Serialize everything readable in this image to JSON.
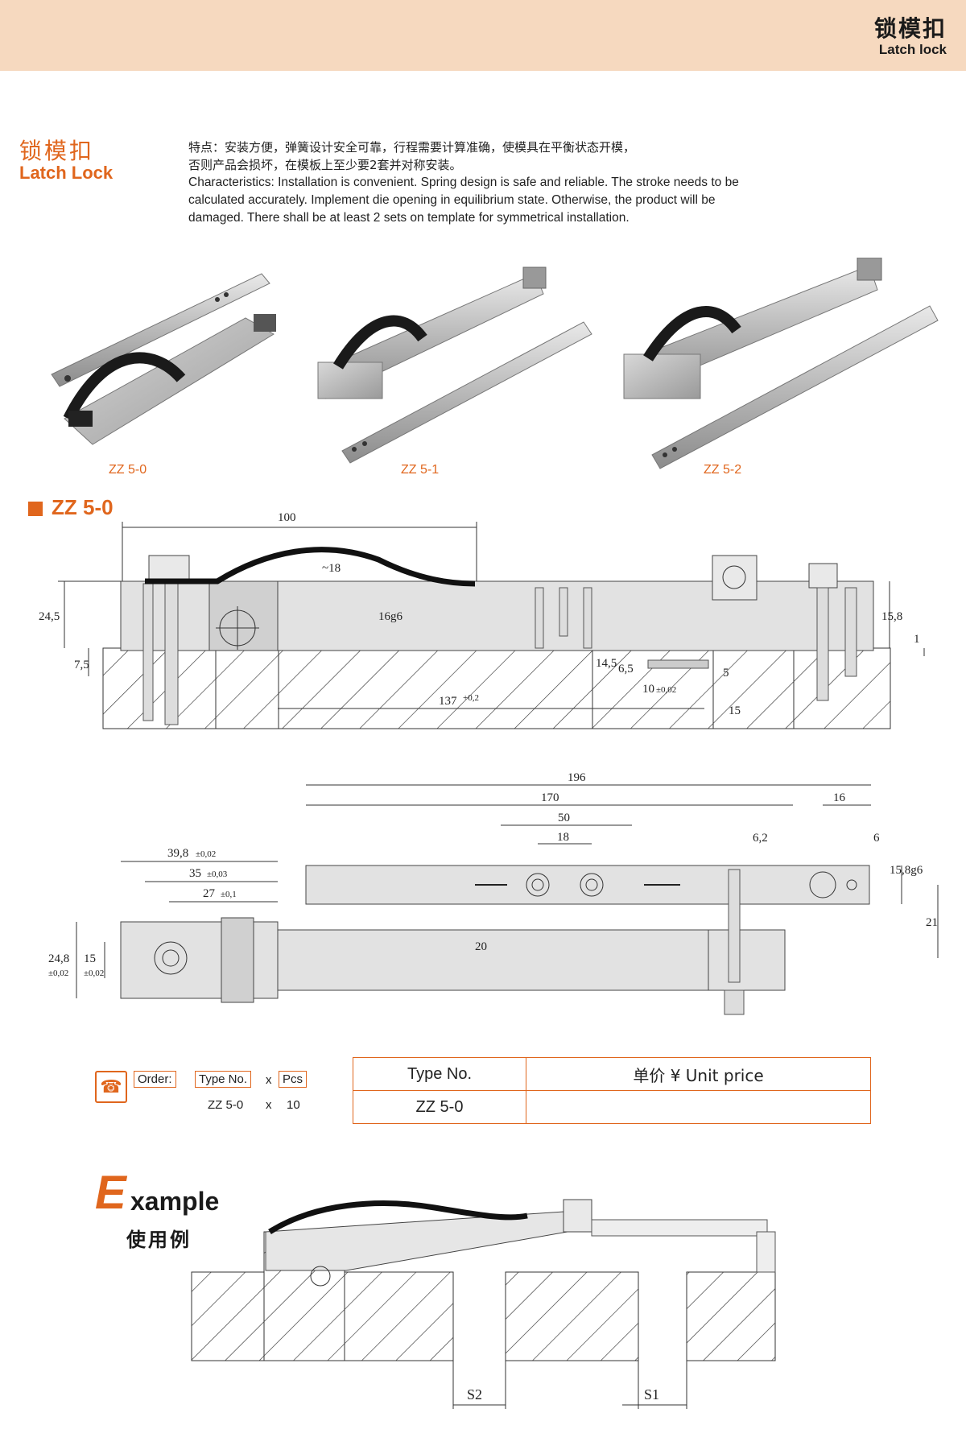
{
  "header": {
    "title_cn": "锁模扣",
    "title_en": "Latch lock"
  },
  "intro": {
    "title_cn": "锁模扣",
    "title_en": "Latch Lock",
    "desc_cn_1": "特点：安装方便，弹簧设计安全可靠，行程需要计算准确，使模具在平衡状态开模，",
    "desc_cn_2": "否则产品会损坏，在模板上至少要2套并对称安装。",
    "desc_en": "Characteristics: Installation is convenient. Spring design is safe and reliable. The stroke needs to be calculated accurately. Implement die opening in equilibrium state. Otherwise, the product will be damaged. There shall be at least 2 sets on template for symmetrical installation."
  },
  "products": [
    {
      "label": "ZZ 5-0"
    },
    {
      "label": "ZZ 5-1"
    },
    {
      "label": "ZZ 5-2"
    }
  ],
  "section": {
    "title": "ZZ 5-0"
  },
  "dims_side": {
    "d100": "100",
    "d18": "~18",
    "d16g6": "16g6",
    "d245": "24,5",
    "d75": "7,5",
    "d137": "137",
    "d137tol": "+0,2",
    "d145": "14,5",
    "d65": "6,5",
    "d10": "10",
    "d10tol": "±0,02",
    "d5": "5",
    "d15": "15",
    "d158": "15,8",
    "d1": "1"
  },
  "dims_top": {
    "d196": "196",
    "d170": "170",
    "d50": "50",
    "d18": "18",
    "d62": "6,2",
    "d16": "16",
    "d6": "6",
    "d158g6": "15,8g6",
    "d21": "21",
    "d20": "20",
    "d398": "39,8",
    "d398tol": "±0,02",
    "d35": "35",
    "d35tol": "±0,03",
    "d27": "27",
    "d27tol": "±0,1",
    "d248": "24,8",
    "d248tol": "±0,02",
    "d15": "15",
    "d15tol": "±0,02"
  },
  "order": {
    "label": "Order:",
    "type_label": "Type No.",
    "x": "x",
    "pcs_label": "Pcs",
    "type_value": "ZZ 5-0",
    "pcs_value": "10"
  },
  "price_table": {
    "headers": [
      "Type No.",
      "单价 ¥ Unit price"
    ],
    "rows": [
      [
        "ZZ 5-0",
        ""
      ]
    ]
  },
  "example": {
    "title_first": "E",
    "title_rest": "xample",
    "title_cn": "使用例",
    "s1": "S1",
    "s2": "S2"
  },
  "colors": {
    "accent": "#e0661d",
    "header_bg": "#f6d9bf"
  }
}
